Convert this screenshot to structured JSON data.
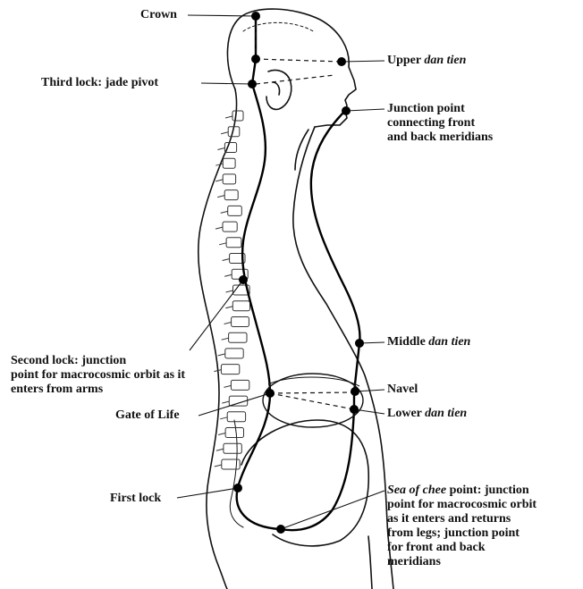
{
  "labels": {
    "crown": "Crown",
    "third_lock": "Third lock: jade pivot",
    "upper_dan_tien_prefix": "Upper ",
    "upper_dan_tien_italic": "dan tien",
    "junction_front_back": [
      "Junction point",
      "connecting front",
      "and back meridians"
    ],
    "second_lock": [
      "Second lock: junction",
      "point for macrocosmic orbit as it",
      "enters from arms"
    ],
    "gate_of_life": "Gate of Life",
    "middle_dan_tien_prefix": "Middle ",
    "middle_dan_tien_italic": "dan tien",
    "navel": "Navel",
    "lower_dan_tien_prefix": "Lower ",
    "lower_dan_tien_italic": "dan tien",
    "first_lock": "First lock",
    "sea_of_chee_italic": "Sea of chee",
    "sea_of_chee_rest": " point: junction",
    "sea_of_chee_lines": [
      "point for macrocosmic orbit",
      "as it enters and returns",
      "from legs; junction point",
      "for front and back",
      "meridians"
    ]
  }
}
